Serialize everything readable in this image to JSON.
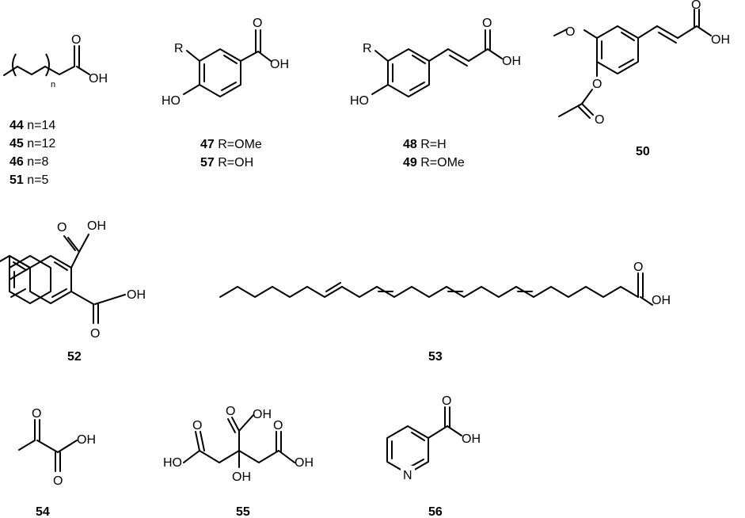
{
  "labels": {
    "o": "O",
    "oh": "OH",
    "ho": "HO",
    "r": "R",
    "n_atom": "N",
    "n_sub": "n"
  },
  "compounds": {
    "c44": {
      "num": "44",
      "desc": "n=14"
    },
    "c45": {
      "num": "45",
      "desc": "n=12"
    },
    "c46": {
      "num": "46",
      "desc": "n=8"
    },
    "c51": {
      "num": "51",
      "desc": "n=5"
    },
    "c47": {
      "num": "47",
      "desc": "R=OMe"
    },
    "c57": {
      "num": "57",
      "desc": "R=OH"
    },
    "c48": {
      "num": "48",
      "desc": "R=H"
    },
    "c49": {
      "num": "49",
      "desc": "R=OMe"
    },
    "c50": {
      "num": "50"
    },
    "c52": {
      "num": "52"
    },
    "c53": {
      "num": "53"
    },
    "c54": {
      "num": "54"
    },
    "c55": {
      "num": "55"
    },
    "c56": {
      "num": "56"
    }
  }
}
